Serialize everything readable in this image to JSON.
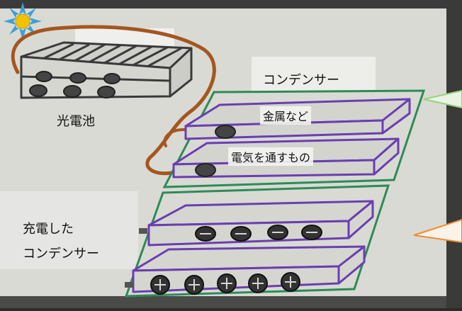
{
  "labels": {
    "solar_cell": "光電池",
    "capacitor": "コンデンサー",
    "metals": "金属など",
    "conductors": "電気を通すもの",
    "charged_line1": "充電した",
    "charged_line2": "コンデンサー"
  },
  "colors": {
    "paper": "#d9dad4",
    "pencil": "#3a3a3a",
    "wire": "#a4561f",
    "frame": "#2e8b57",
    "plate": "#6a3fb0",
    "sun": "#f2c200",
    "sun_rays": "#3aa0d8",
    "callout_green": "#9ad27a",
    "callout_orange": "#f08c2a"
  }
}
